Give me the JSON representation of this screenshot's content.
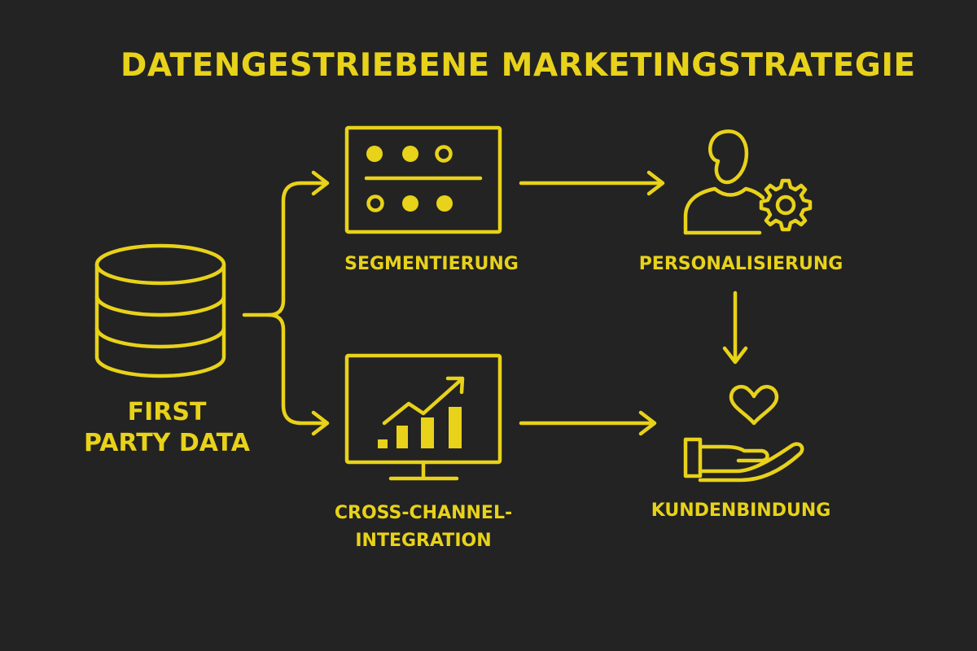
{
  "title": "DATENGESTRIEBENE MARKETINGSTRATEGIE",
  "accent_color": "#e8d21a",
  "background_color": "#232323",
  "nodes": [
    {
      "id": "first-party-data",
      "icon": "database-icon",
      "label_lines": [
        "FIRST",
        "PARTY DATA"
      ]
    },
    {
      "id": "segmentierung",
      "icon": "segmentation-panel-icon",
      "label_lines": [
        "SEGMENTIERUNG"
      ]
    },
    {
      "id": "personalisierung",
      "icon": "user-gear-icon",
      "label_lines": [
        "PERSONALISIERUNG"
      ]
    },
    {
      "id": "cross-channel-integration",
      "icon": "monitor-chart-icon",
      "label_lines": [
        "CROSS-CHANNEL-",
        "INTEGRATION"
      ]
    },
    {
      "id": "kundenbindung",
      "icon": "heart-hand-icon",
      "label_lines": [
        "KUNDENBINDUNG"
      ]
    }
  ],
  "edges": [
    {
      "from": "first-party-data",
      "to": "segmentierung"
    },
    {
      "from": "first-party-data",
      "to": "cross-channel-integration"
    },
    {
      "from": "segmentierung",
      "to": "personalisierung"
    },
    {
      "from": "personalisierung",
      "to": "kundenbindung"
    },
    {
      "from": "cross-channel-integration",
      "to": "kundenbindung"
    }
  ]
}
